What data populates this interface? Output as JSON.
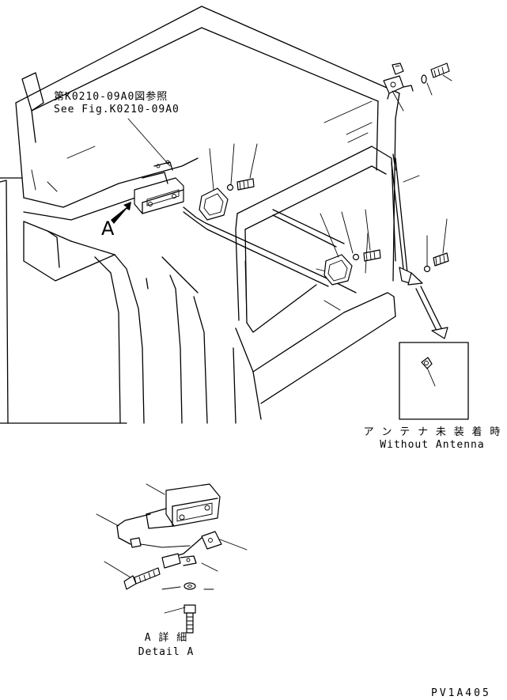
{
  "labels": {
    "ref_jp": "第K0210-09A0図参照",
    "ref_en": "See Fig.K0210-09A0",
    "view_letter": "A",
    "antenna_jp": "ア ン テ ナ 未 装 着 時",
    "antenna_en": "Without Antenna",
    "detail_jp": "A 詳 細",
    "detail_en": "Detail A",
    "drawing_code": "PV1A405"
  }
}
